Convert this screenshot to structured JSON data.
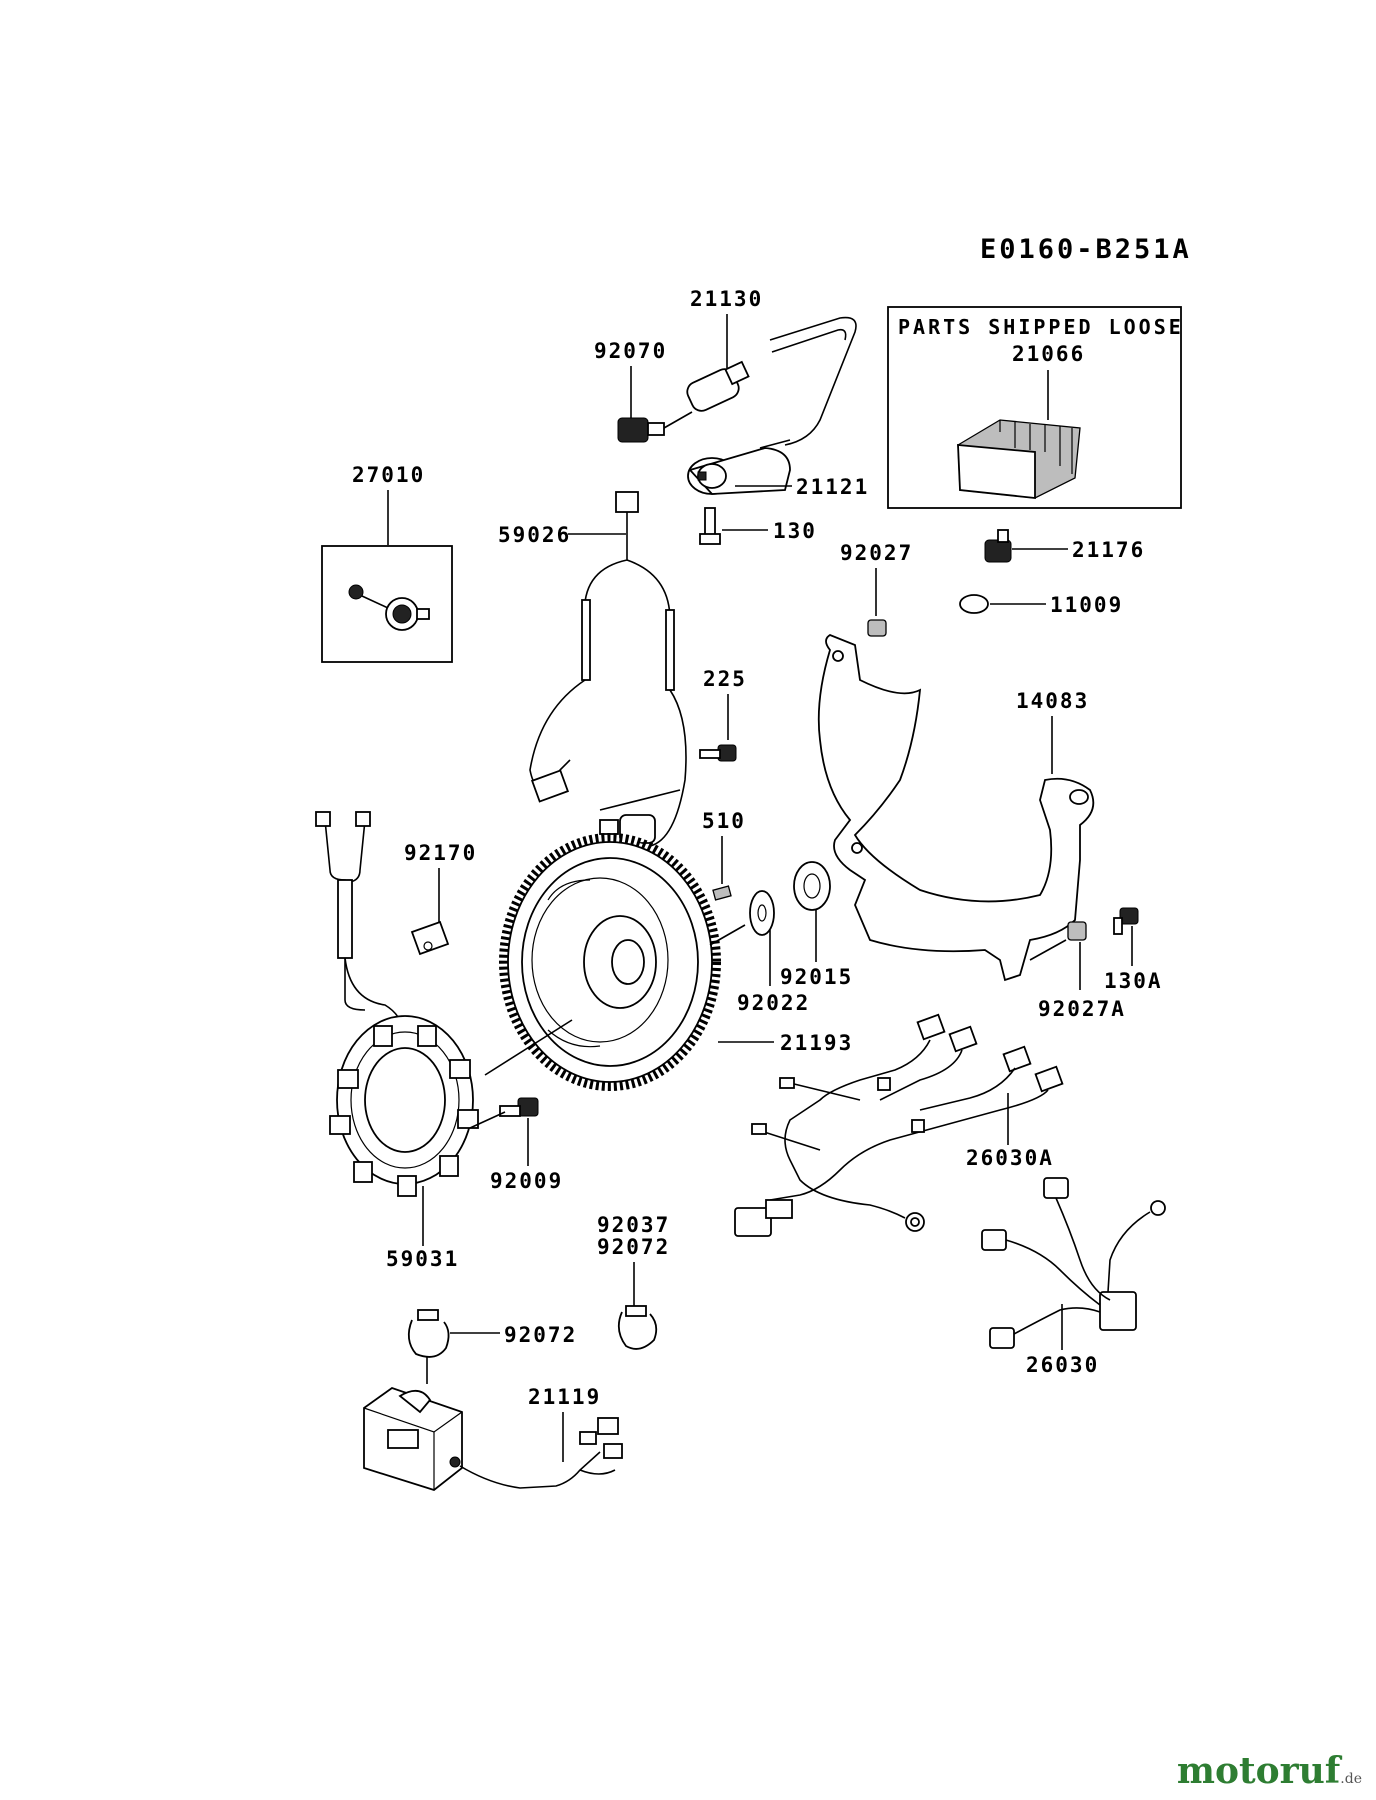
{
  "diagram_code": "E0160-B251A",
  "loose_box": {
    "title": "PARTS SHIPPED LOOSE",
    "part": "21066"
  },
  "labels": {
    "p21130": "21130",
    "p92070": "92070",
    "p21121": "21121",
    "p130": "130",
    "p27010": "27010",
    "p59026": "59026",
    "p21176": "21176",
    "p11009": "11009",
    "p92027": "92027",
    "p14083": "14083",
    "p225": "225",
    "p510": "510",
    "p92170": "92170",
    "p92022": "92022",
    "p92015": "92015",
    "p130A": "130A",
    "p92027A": "92027A",
    "p21193": "21193",
    "p26030A": "26030A",
    "p92009": "92009",
    "p59031": "59031",
    "p92037": "92037",
    "p92072a": "92072",
    "p92072b": "92072",
    "p21119": "21119",
    "p26030": "26030"
  },
  "watermark": {
    "brand": "motoruf",
    "tld": ".de",
    "color": "#2e7d32"
  }
}
